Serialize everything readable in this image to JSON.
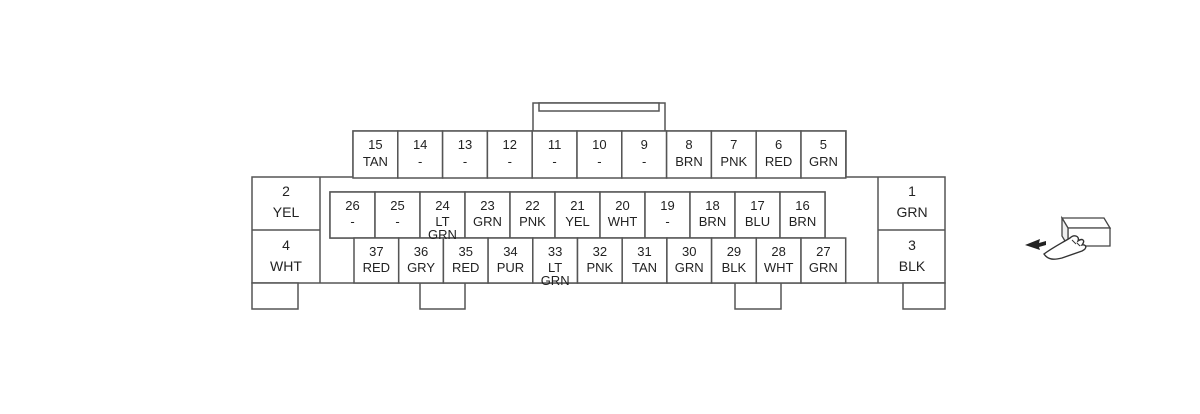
{
  "connector": {
    "top_row": [
      {
        "pin": "15",
        "color": "TAN"
      },
      {
        "pin": "14",
        "color": "-"
      },
      {
        "pin": "13",
        "color": "-"
      },
      {
        "pin": "12",
        "color": "-"
      },
      {
        "pin": "11",
        "color": "-"
      },
      {
        "pin": "10",
        "color": "-"
      },
      {
        "pin": "9",
        "color": "-"
      },
      {
        "pin": "8",
        "color": "BRN"
      },
      {
        "pin": "7",
        "color": "PNK"
      },
      {
        "pin": "6",
        "color": "RED"
      },
      {
        "pin": "5",
        "color": "GRN"
      }
    ],
    "middle_row": [
      {
        "pin": "26",
        "color": "-"
      },
      {
        "pin": "25",
        "color": "-"
      },
      {
        "pin": "24",
        "color": "LT\nGRN"
      },
      {
        "pin": "23",
        "color": "GRN"
      },
      {
        "pin": "22",
        "color": "PNK"
      },
      {
        "pin": "21",
        "color": "YEL"
      },
      {
        "pin": "20",
        "color": "WHT"
      },
      {
        "pin": "19",
        "color": "-"
      },
      {
        "pin": "18",
        "color": "BRN"
      },
      {
        "pin": "17",
        "color": "BLU"
      },
      {
        "pin": "16",
        "color": "BRN"
      }
    ],
    "bottom_row": [
      {
        "pin": "37",
        "color": "RED"
      },
      {
        "pin": "36",
        "color": "GRY"
      },
      {
        "pin": "35",
        "color": "RED"
      },
      {
        "pin": "34",
        "color": "PUR"
      },
      {
        "pin": "33",
        "color": "LT\nGRN"
      },
      {
        "pin": "32",
        "color": "PNK"
      },
      {
        "pin": "31",
        "color": "TAN"
      },
      {
        "pin": "30",
        "color": "GRN"
      },
      {
        "pin": "29",
        "color": "BLK"
      },
      {
        "pin": "28",
        "color": "WHT"
      },
      {
        "pin": "27",
        "color": "GRN"
      }
    ],
    "left_pins": [
      {
        "pin": "2",
        "color": "YEL"
      },
      {
        "pin": "4",
        "color": "WHT"
      }
    ],
    "right_pins": [
      {
        "pin": "1",
        "color": "GRN"
      },
      {
        "pin": "3",
        "color": "BLK"
      }
    ]
  },
  "icon": "connector-view-hand-icon"
}
